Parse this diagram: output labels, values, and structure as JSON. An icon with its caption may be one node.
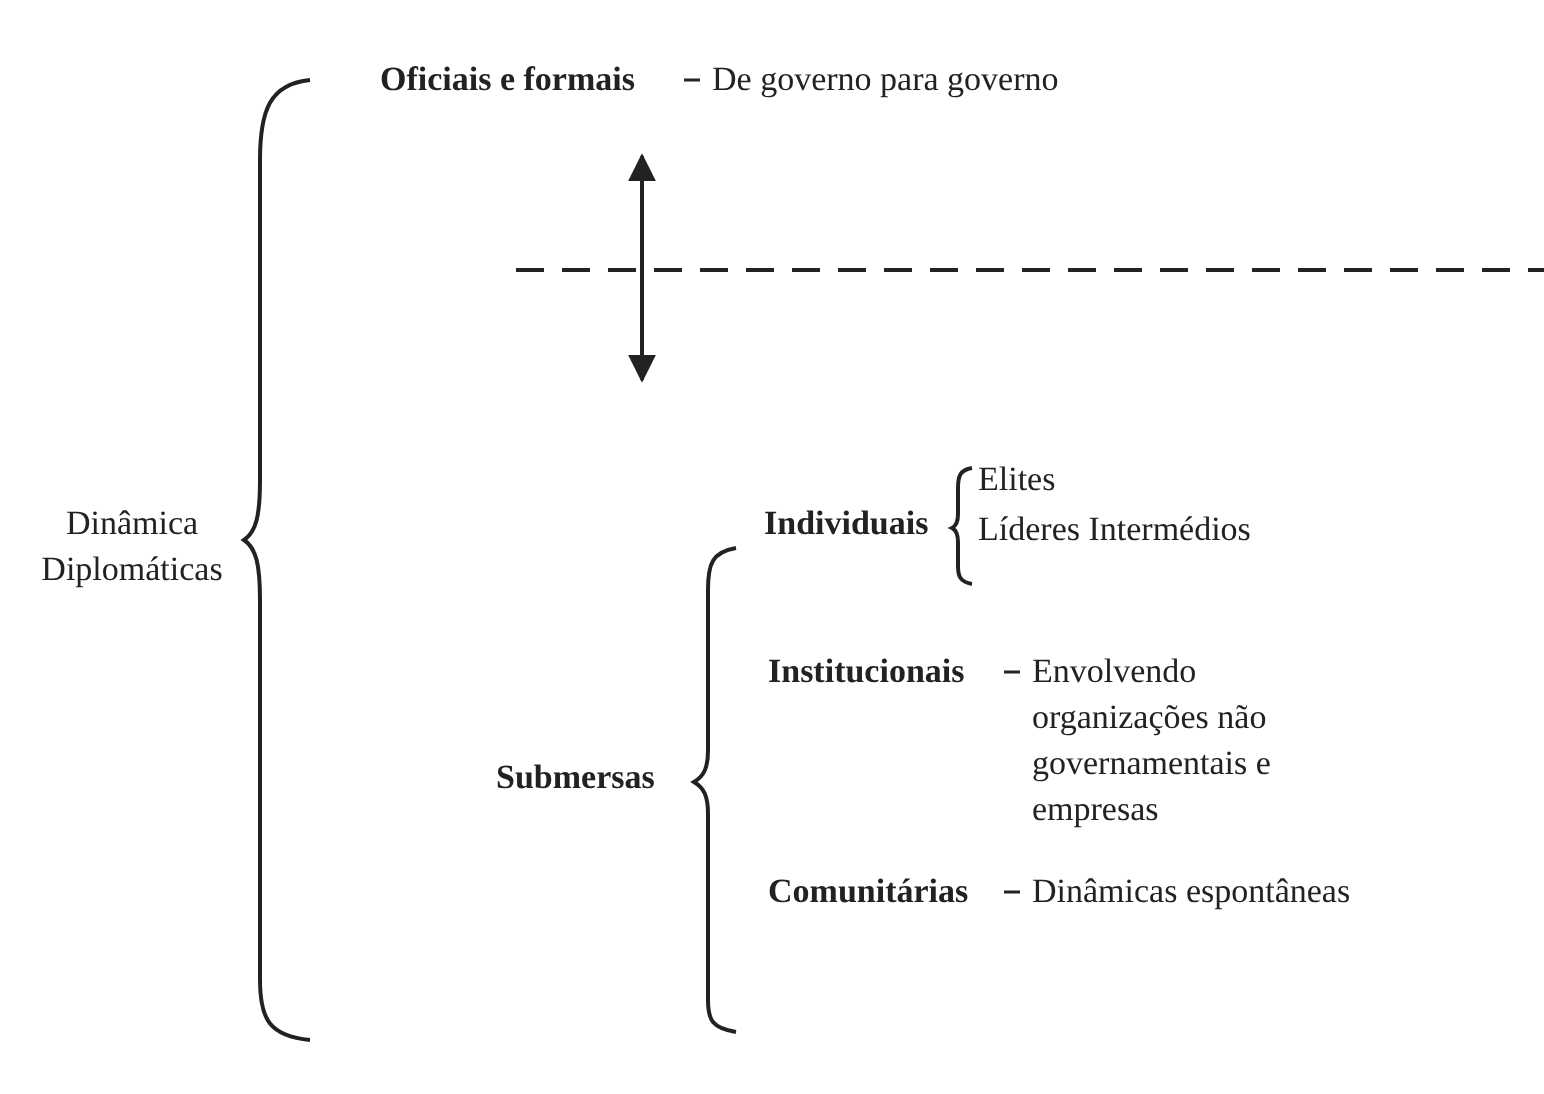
{
  "diagram": {
    "nodes": [
      {
        "text": [
          "Dinâmica Diplomáticas"
        ]
      },
      {
        "text": [
          "Oficiais e formais",
          "De governo para governo"
        ]
      },
      {
        "text": [
          "Submersas"
        ]
      },
      {
        "text": [
          "Individuais"
        ]
      },
      {
        "text": [
          "Elites"
        ]
      },
      {
        "text": [
          "Líderes Intermédios"
        ]
      },
      {
        "text": [
          "Institucionais",
          "Envolvendo organizações não governamentais e empresas"
        ]
      },
      {
        "text": [
          "Comunitárias",
          "Dinâmicas espontâneas"
        ]
      }
    ]
  }
}
